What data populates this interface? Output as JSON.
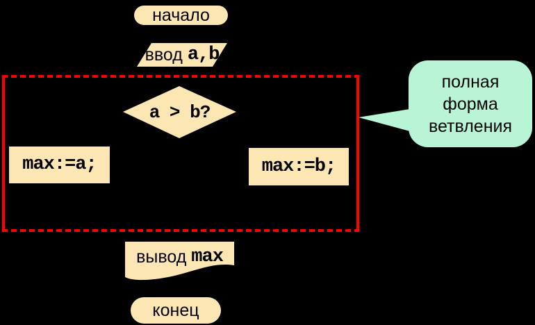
{
  "colors": {
    "background": "#000000",
    "shape_fill": "#FBE6B4",
    "callout_fill": "#B7F5D6",
    "region_border": "#FF0000",
    "text": "#000000"
  },
  "flowchart": {
    "start": {
      "label": "начало"
    },
    "input": {
      "label_prefix": "ввод",
      "label_code": "a,b"
    },
    "decision": {
      "label": "a > b?"
    },
    "branch_left": {
      "label": "max:=a;"
    },
    "branch_right": {
      "label": "max:=b;"
    },
    "output": {
      "label_prefix": "вывод",
      "label_code": "max"
    },
    "end": {
      "label": "конец"
    }
  },
  "callout": {
    "lines": [
      "полная",
      "форма",
      "ветвления"
    ]
  }
}
